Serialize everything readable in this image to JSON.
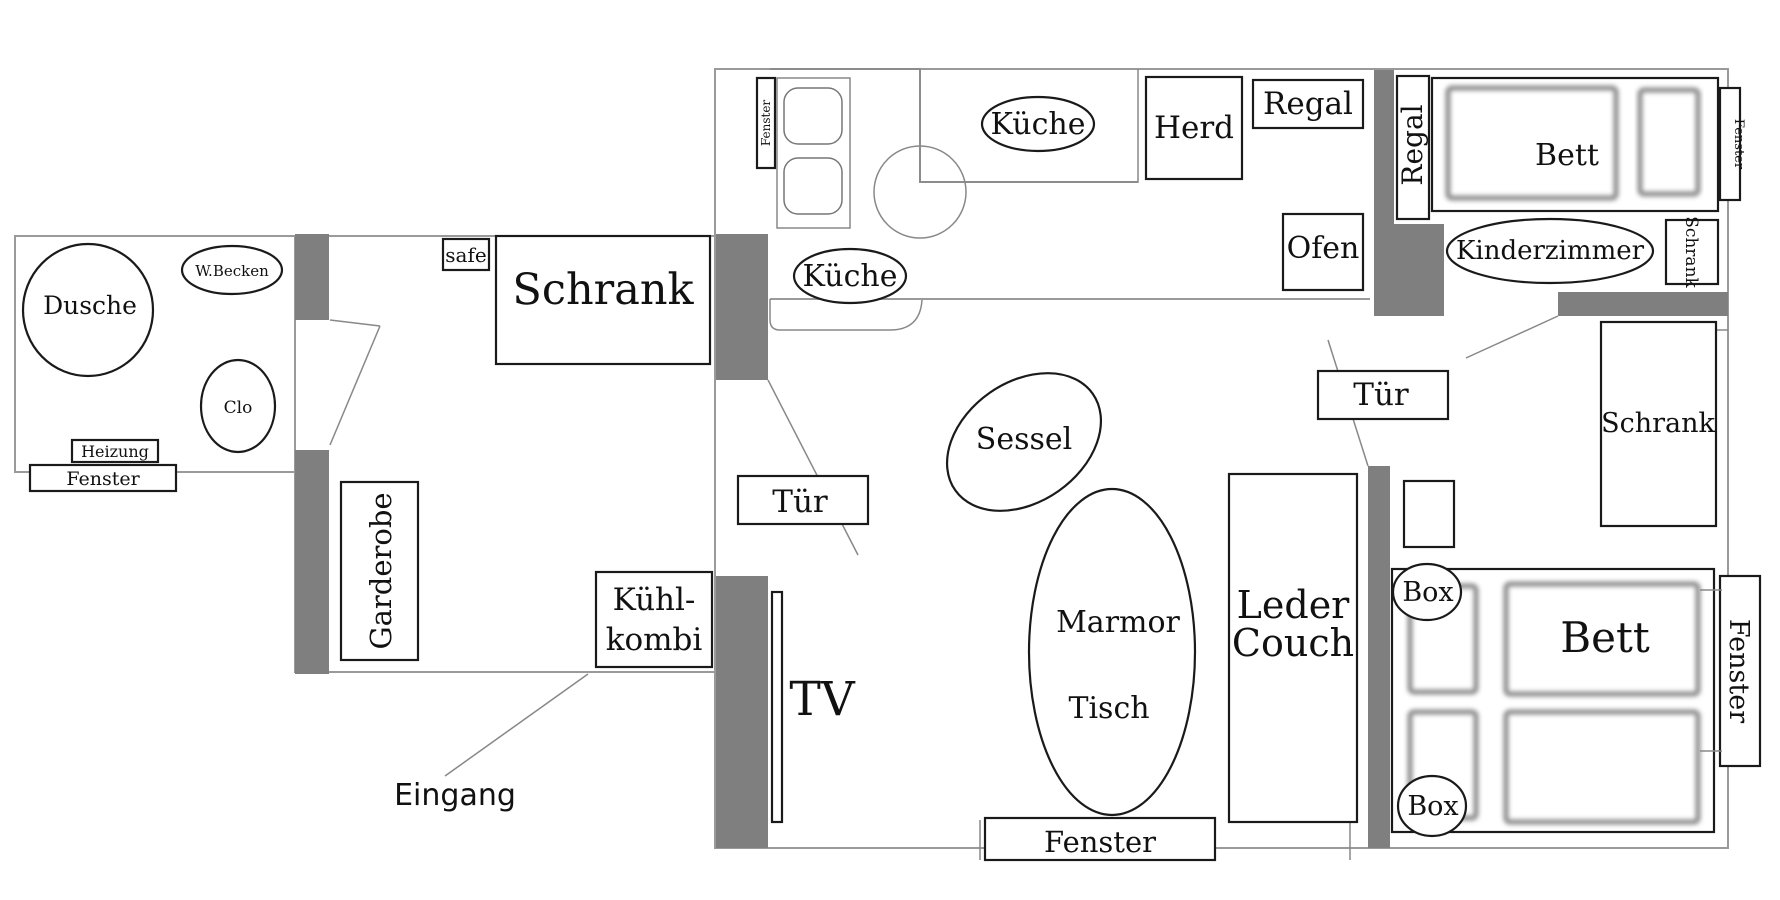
{
  "labels": {
    "dusche": "Dusche",
    "wbecken": "W.Becken",
    "clo": "Clo",
    "heizung": "Heizung",
    "fenster_bad": "Fenster",
    "safe": "safe",
    "schrank_flur": "Schrank",
    "garderobe": "Garderobe",
    "kuehl_1": "Kühl-",
    "kuehl_2": "kombi",
    "eingang": "Eingang",
    "fenster_kueche": "Fenster",
    "kueche_1": "Küche",
    "kueche_2": "Küche",
    "herd": "Herd",
    "regal_top": "Regal",
    "ofen": "Ofen",
    "regal_side": "Regal",
    "bett_1": "Bett",
    "fenster_kinder": "Fenster",
    "kinderzimmer": "Kinderzimmer",
    "schrank_kinder": "Schrank",
    "tuer_1": "Tür",
    "tuer_2": "Tür",
    "sessel": "Sessel",
    "marmor": "Marmor",
    "tisch": "Tisch",
    "leder": "Leder",
    "couch": "Couch",
    "tv": "TV",
    "fenster_wohn": "Fenster",
    "schrank_schlaf": "Schrank",
    "box_1": "Box",
    "box_2": "Box",
    "bett_2": "Bett",
    "fenster_schlaf": "Fenster"
  }
}
